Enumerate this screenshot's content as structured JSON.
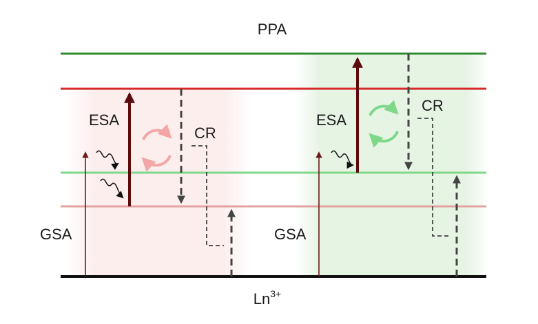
{
  "title": "PPA",
  "bottom_label": {
    "base": "Ln",
    "sup": "3+"
  },
  "left_panel": {
    "esa_label": "ESA",
    "gsa_label": "GSA",
    "cr_label": "CR"
  },
  "right_panel": {
    "esa_label": "ESA",
    "gsa_label": "GSA",
    "cr_label": "CR"
  },
  "colors": {
    "top_level_green": "#2e8b2e",
    "red_level": "#d42a2a",
    "light_green_level": "#7fd88a",
    "pink_level": "#e3a3a0",
    "ground": "#111111",
    "left_shade": "#fdeeee",
    "right_shade": "#e8f5e6",
    "esa_arrow": "#5b0b0b",
    "gsa_arrow": "#6e1a1a",
    "cr_arrow": "#444444",
    "cycle_pink": "#f2a6a6",
    "cycle_green": "#7fd88a"
  }
}
